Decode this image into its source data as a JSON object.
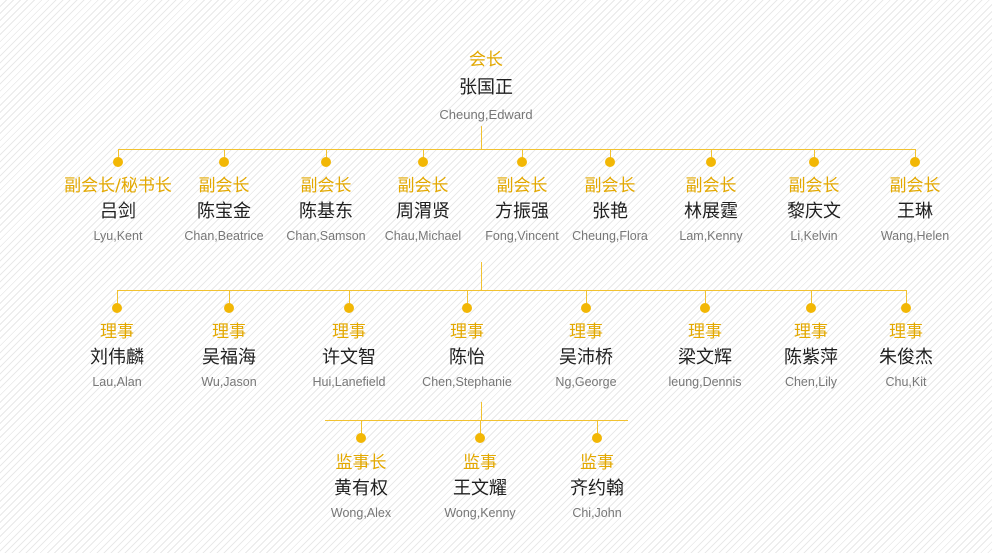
{
  "president": {
    "role": "会长",
    "name": "张国正",
    "english": "Cheung,Edward"
  },
  "vice_presidents": [
    {
      "role": "副会长/秘书长",
      "name": "吕剑",
      "english": "Lyu,Kent"
    },
    {
      "role": "副会长",
      "name": "陈宝金",
      "english": "Chan,Beatrice"
    },
    {
      "role": "副会长",
      "name": "陈基东",
      "english": "Chan,Samson"
    },
    {
      "role": "副会长",
      "name": "周渭贤",
      "english": "Chau,Michael"
    },
    {
      "role": "副会长",
      "name": "方振强",
      "english": "Fong,Vincent"
    },
    {
      "role": "副会长",
      "name": "张艳",
      "english": "Cheung,Flora"
    },
    {
      "role": "副会长",
      "name": "林展霆",
      "english": "Lam,Kenny"
    },
    {
      "role": "副会长",
      "name": "黎庆文",
      "english": "Li,Kelvin"
    },
    {
      "role": "副会长",
      "name": "王琳",
      "english": "Wang,Helen"
    }
  ],
  "directors": [
    {
      "role": "理事",
      "name": "刘伟麟",
      "english": "Lau,Alan"
    },
    {
      "role": "理事",
      "name": "吴福海",
      "english": "Wu,Jason"
    },
    {
      "role": "理事",
      "name": "许文智",
      "english": "Hui,Lanefield"
    },
    {
      "role": "理事",
      "name": "陈怡",
      "english": "Chen,Stephanie"
    },
    {
      "role": "理事",
      "name": "吴沛桥",
      "english": "Ng,George"
    },
    {
      "role": "理事",
      "name": "梁文辉",
      "english": "leung,Dennis"
    },
    {
      "role": "理事",
      "name": "陈紫萍",
      "english": "Chen,Lily"
    },
    {
      "role": "理事",
      "name": "朱俊杰",
      "english": "Chu,Kit"
    }
  ],
  "supervisors": [
    {
      "role": "监事长",
      "name": "黄有权",
      "english": "Wong,Alex"
    },
    {
      "role": "监事",
      "name": "王文耀",
      "english": "Wong,Kenny"
    },
    {
      "role": "监事",
      "name": "齐约翰",
      "english": "Chi,John"
    }
  ],
  "colors": {
    "role": "#e3a800",
    "line": "#f2c230",
    "dot": "#f2b705",
    "name": "#1f1f1f",
    "english": "#777777"
  }
}
